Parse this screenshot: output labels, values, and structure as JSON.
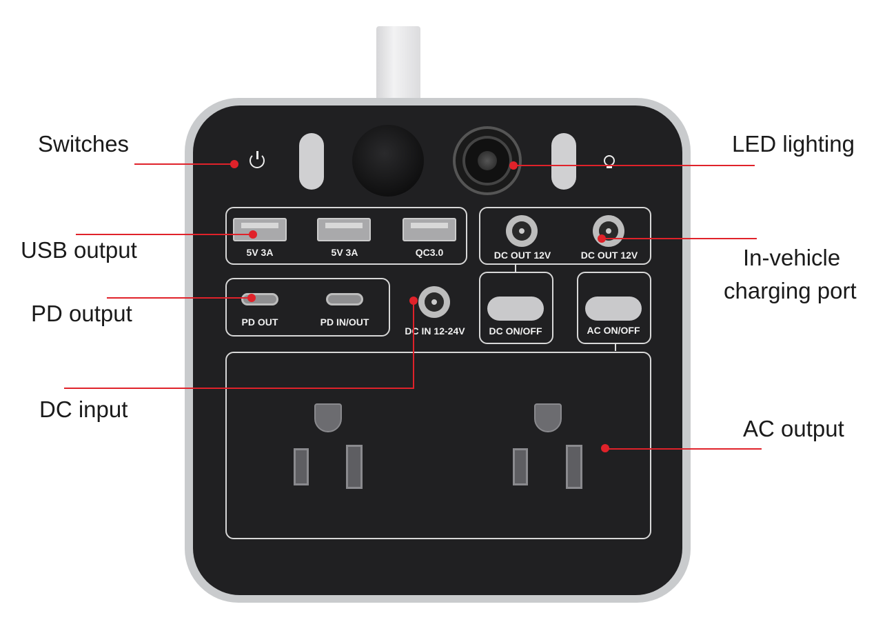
{
  "callouts": {
    "switches": "Switches",
    "led": "LED lighting",
    "usb": "USB output",
    "vehicle_line1": "In-vehicle",
    "vehicle_line2": "charging port",
    "pd": "PD output",
    "dc_input": "DC input",
    "ac": "AC output"
  },
  "panel": {
    "usb_ports": [
      "5V 3A",
      "5V 3A",
      "QC3.0"
    ],
    "dc_out": [
      "DC OUT 12V",
      "DC OUT 12V"
    ],
    "pd_ports": [
      "PD  OUT",
      "PD IN/OUT"
    ],
    "dc_in": "DC IN 12-24V",
    "dc_switch": "DC ON/OFF",
    "ac_switch": "AC ON/OFF"
  },
  "colors": {
    "callout": "#e0222a",
    "panel": "#202022",
    "frame": "#c9cbcd"
  }
}
